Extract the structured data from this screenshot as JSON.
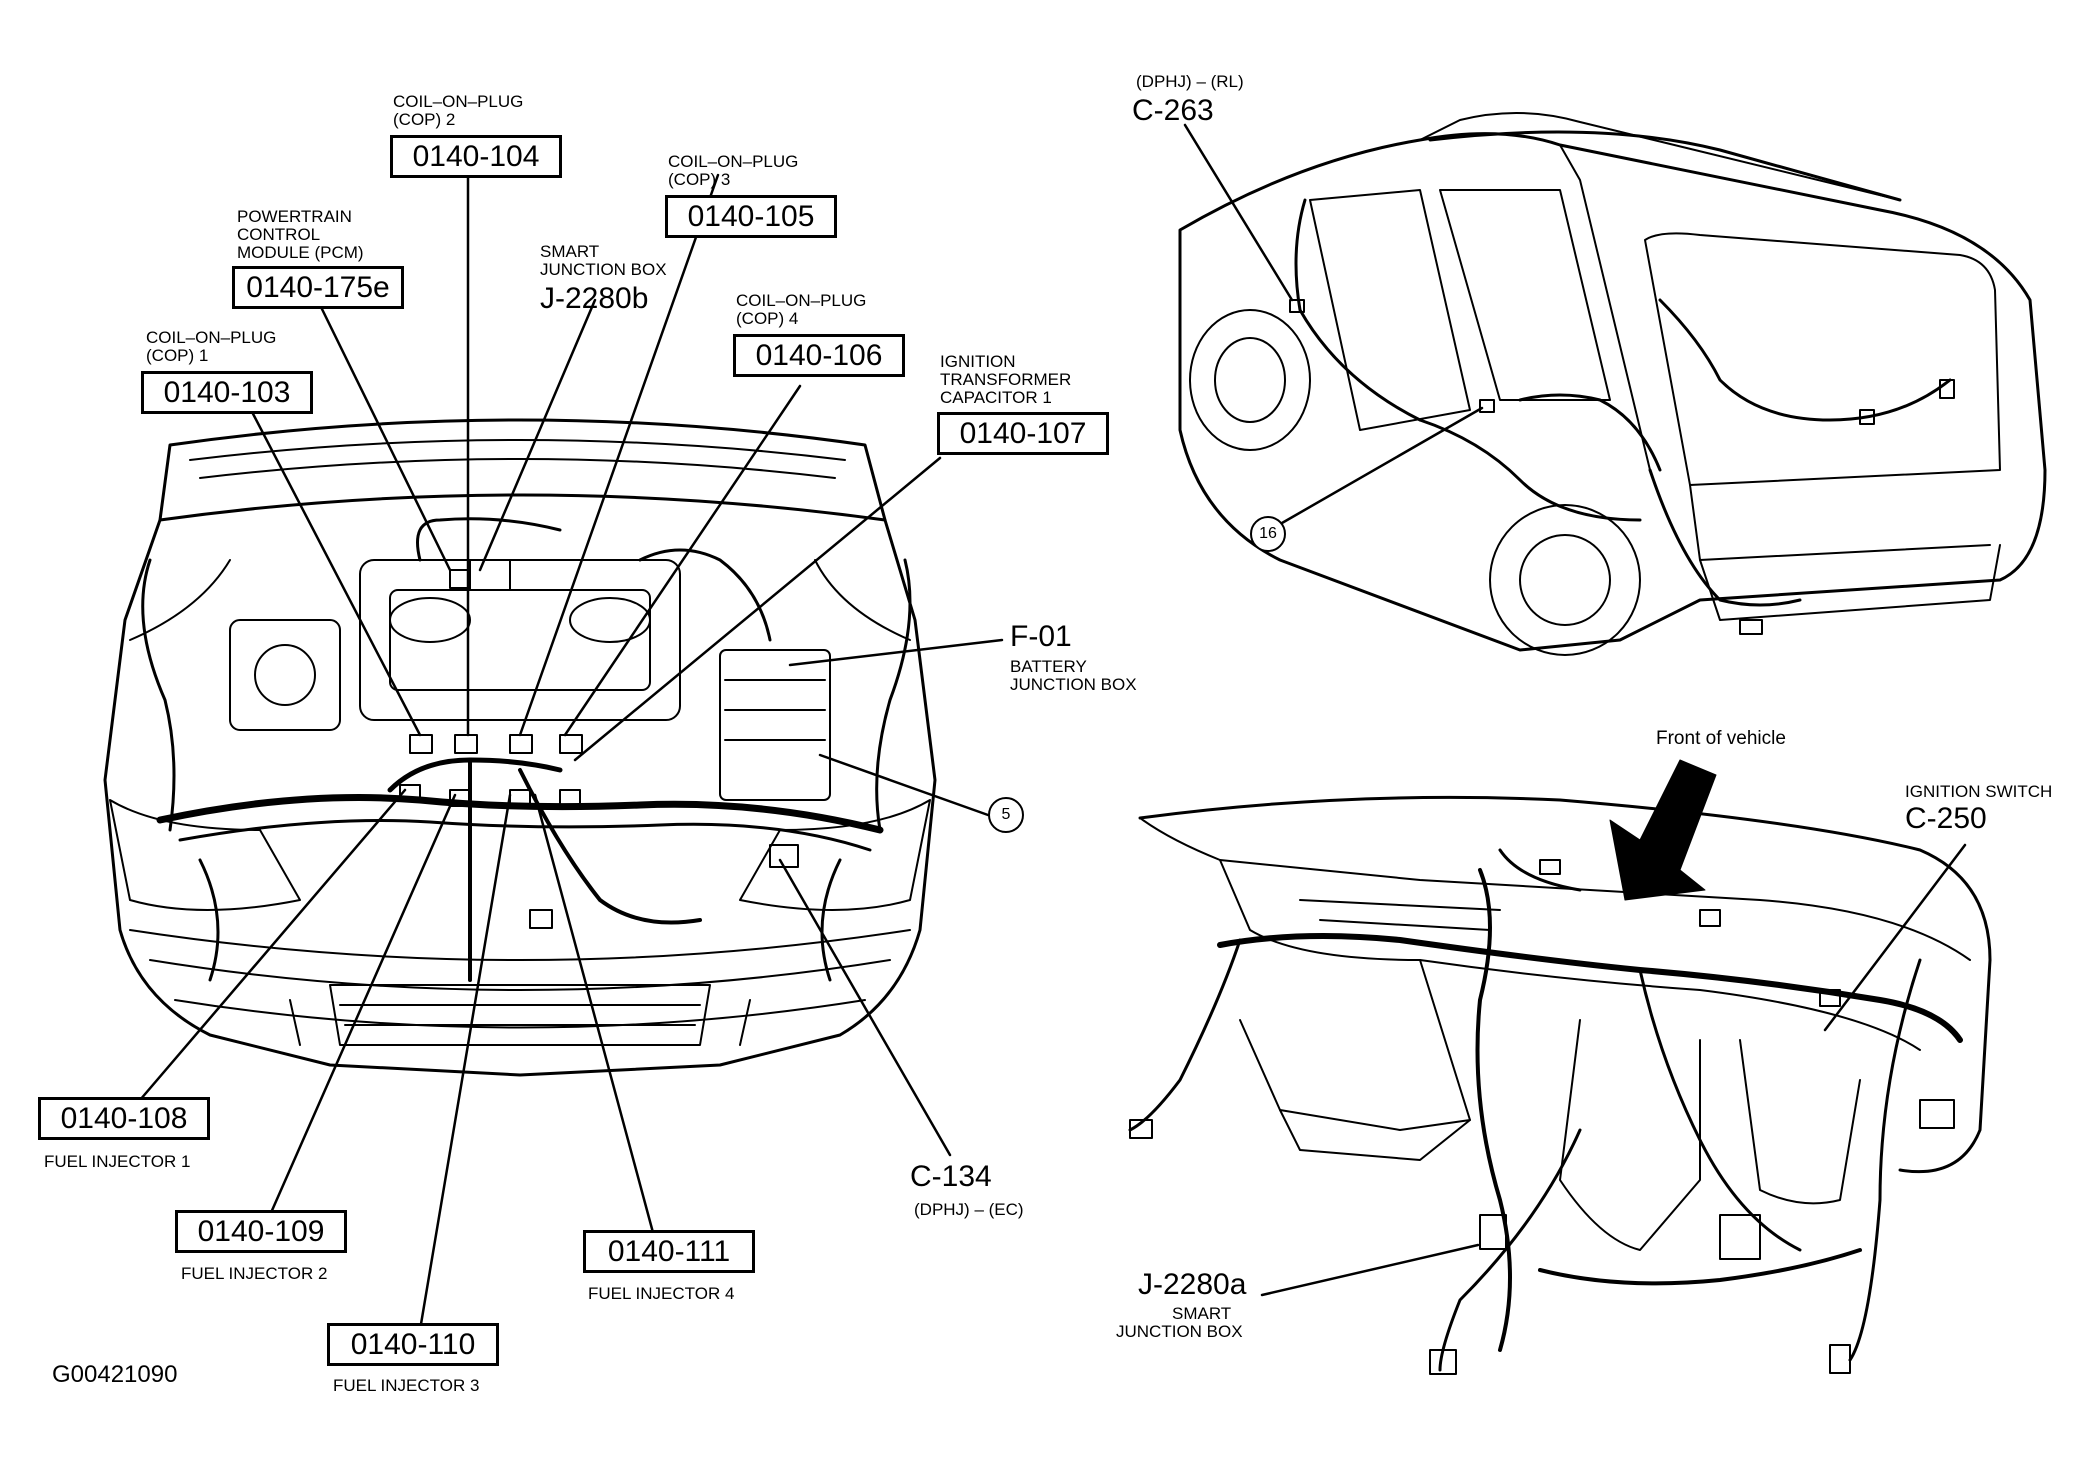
{
  "figure_id": "G00421090",
  "labels": {
    "cop2_title_1": "COIL–ON–PLUG",
    "cop2_title_2": "(COP) 2",
    "cop2_code": "0140-104",
    "cop3_title_1": "COIL–ON–PLUG",
    "cop3_title_2": "(COP) 3",
    "cop3_code": "0140-105",
    "pcm_title_1": "POWERTRAIN",
    "pcm_title_2": "CONTROL",
    "pcm_title_3": "MODULE (PCM)",
    "pcm_code": "0140-175e",
    "sjb_b_title_1": "SMART",
    "sjb_b_title_2": "JUNCTION BOX",
    "sjb_b_code": "J-2280b",
    "cop4_title_1": "COIL–ON–PLUG",
    "cop4_title_2": "(COP) 4",
    "cop4_code": "0140-106",
    "cop1_title_1": "COIL–ON–PLUG",
    "cop1_title_2": "(COP) 1",
    "cop1_code": "0140-103",
    "itc_title_1": "IGNITION",
    "itc_title_2": "TRANSFORMER",
    "itc_title_3": "CAPACITOR 1",
    "itc_code": "0140-107",
    "bjb_code": "F-01",
    "bjb_title_1": "BATTERY",
    "bjb_title_2": "JUNCTION BOX",
    "callout_5": "5",
    "fi1_code": "0140-108",
    "fi1_title": "FUEL INJECTOR 1",
    "fi2_code": "0140-109",
    "fi2_title": "FUEL INJECTOR 2",
    "fi3_code": "0140-110",
    "fi3_title": "FUEL INJECTOR 3",
    "fi4_code": "0140-111",
    "fi4_title": "FUEL INJECTOR 4",
    "c134_code": "C-134",
    "c134_sub": "(DPHJ) – (EC)",
    "c263_sub": "(DPHJ) – (RL)",
    "c263_code": "C-263",
    "callout_16": "16",
    "front_of_vehicle": "Front of vehicle",
    "ign_title": "IGNITION SWITCH",
    "ign_code": "C-250",
    "sjb_a_code": "J-2280a",
    "sjb_a_title_1": "SMART",
    "sjb_a_title_2": "JUNCTION BOX"
  }
}
